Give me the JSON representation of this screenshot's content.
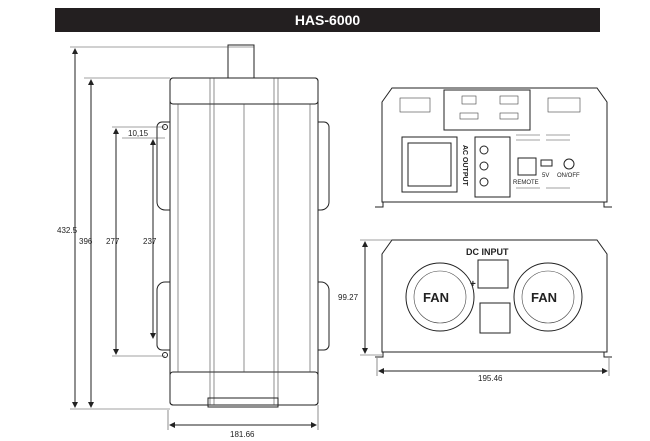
{
  "title": "HAS-6000",
  "side_view": {
    "dims": {
      "overall_height": "432.5",
      "body_height": "396",
      "bracket_span": "277",
      "slot_span": "237",
      "slot_offset": "10,15",
      "width": "181.66"
    }
  },
  "front_view": {
    "labels": {
      "ac_output": "AC OUTPUT",
      "remote": "REMOTE",
      "usb": "5V",
      "power": "ON/OFF"
    }
  },
  "back_view": {
    "labels": {
      "dc_input": "DC INPUT",
      "fan_left": "FAN",
      "fan_right": "FAN",
      "plus": "+"
    },
    "dims": {
      "height": "99.27",
      "width": "195.46"
    }
  }
}
